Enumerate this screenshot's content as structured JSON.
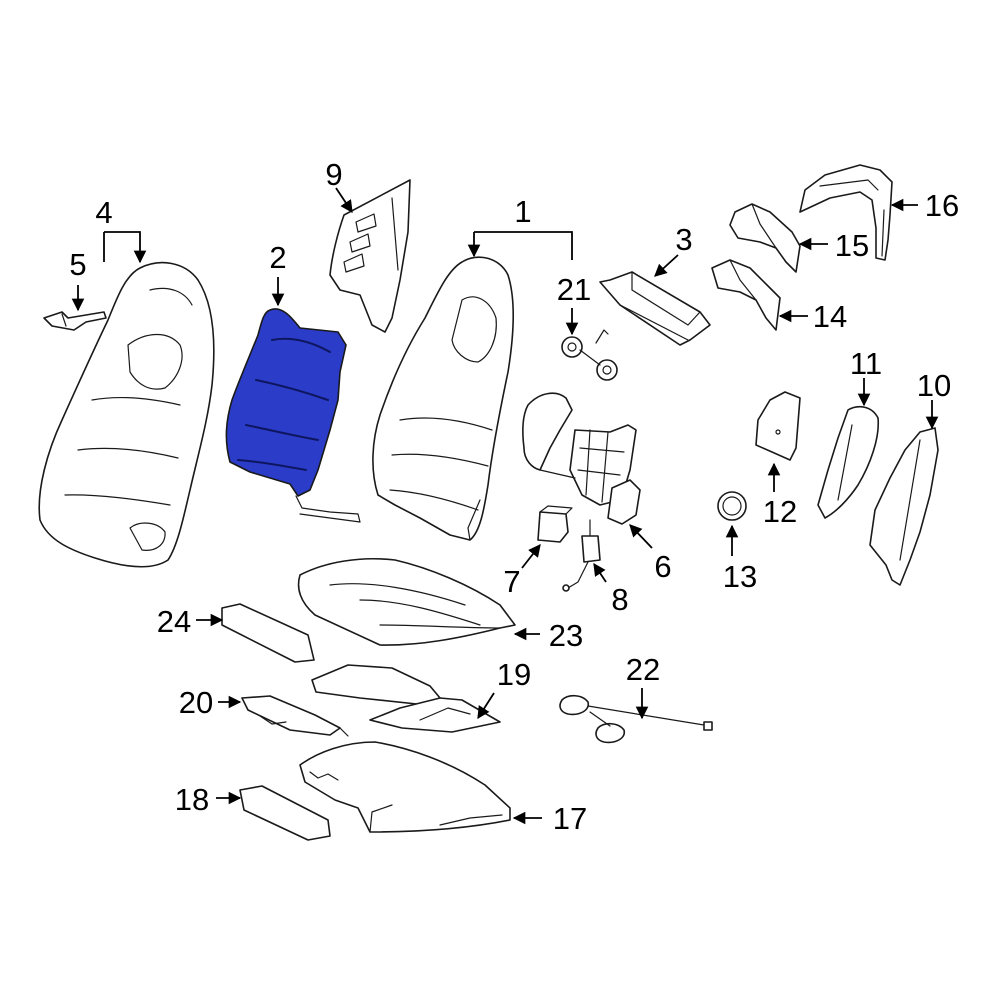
{
  "highlight_color": "#2a3cc8",
  "callouts": {
    "c1": "1",
    "c2": "2",
    "c3": "3",
    "c4": "4",
    "c5": "5",
    "c6": "6",
    "c7": "7",
    "c8": "8",
    "c9": "9",
    "c10": "10",
    "c11": "11",
    "c12": "12",
    "c13": "13",
    "c14": "14",
    "c15": "15",
    "c16": "16",
    "c17": "17",
    "c18": "18",
    "c19": "19",
    "c20": "20",
    "c21": "21",
    "c22": "22",
    "c23": "23",
    "c24": "24"
  },
  "parts": [
    {
      "callout": "1",
      "icon": "seat-back-frame-icon"
    },
    {
      "callout": "2",
      "icon": "seat-back-pad-icon",
      "highlighted": true
    },
    {
      "callout": "3",
      "icon": "bracket-icon"
    },
    {
      "callout": "4",
      "icon": "seat-back-cover-icon"
    },
    {
      "callout": "5",
      "icon": "clip-icon"
    },
    {
      "callout": "6",
      "icon": "recliner-mechanism-icon"
    },
    {
      "callout": "7",
      "icon": "module-icon"
    },
    {
      "callout": "8",
      "icon": "cable-icon"
    },
    {
      "callout": "9",
      "icon": "side-panel-icon"
    },
    {
      "callout": "10",
      "icon": "bolster-icon"
    },
    {
      "callout": "11",
      "icon": "bolster-icon"
    },
    {
      "callout": "12",
      "icon": "bracket-icon"
    },
    {
      "callout": "13",
      "icon": "knob-icon"
    },
    {
      "callout": "14",
      "icon": "bracket-icon"
    },
    {
      "callout": "15",
      "icon": "bracket-icon"
    },
    {
      "callout": "16",
      "icon": "trim-panel-icon"
    },
    {
      "callout": "17",
      "icon": "cushion-frame-icon"
    },
    {
      "callout": "18",
      "icon": "pad-icon"
    },
    {
      "callout": "19",
      "icon": "cushion-pad-icon"
    },
    {
      "callout": "20",
      "icon": "heater-icon"
    },
    {
      "callout": "21",
      "icon": "fastener-icon"
    },
    {
      "callout": "22",
      "icon": "wire-harness-icon"
    },
    {
      "callout": "23",
      "icon": "cushion-cover-icon"
    },
    {
      "callout": "24",
      "icon": "pad-icon"
    }
  ]
}
